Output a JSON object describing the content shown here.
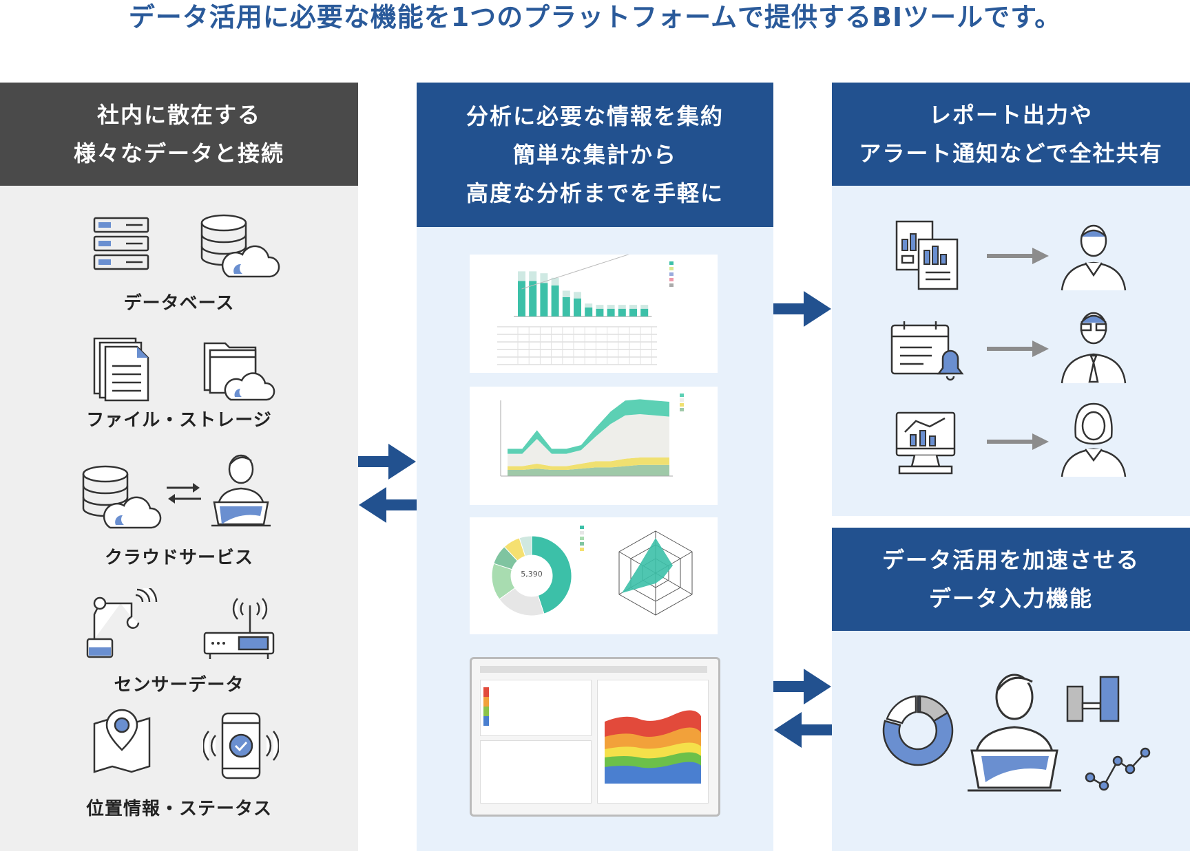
{
  "title": "データ活用に必要な機能を1つのプラットフォームで提供するBIツールです。",
  "left": {
    "header": [
      "社内に散在する",
      "様々なデータと接続"
    ],
    "items": [
      "データベース",
      "ファイル・ストレージ",
      "クラウドサービス",
      "センサーデータ",
      "位置情報・ステータス"
    ]
  },
  "middle": {
    "header": [
      "分析に必要な情報を集約",
      "簡単な集計から",
      "高度な分析までを手軽に"
    ],
    "center_value": "5,390"
  },
  "right_top": {
    "header": [
      "レポート出力や",
      "アラート通知などで全社共有"
    ]
  },
  "right_bottom": {
    "header": [
      "データ活用を加速させる",
      "データ入力機能"
    ]
  },
  "colors": {
    "dark_header": "#4a4a4a",
    "blue_header": "#22518f",
    "left_bg": "#efefef",
    "blue_bg": "#e8f1fb",
    "arrow": "#22518f",
    "grey_arrow": "#8c8c8c",
    "icon_accent": "#6a8fd0"
  },
  "chart_data": [
    {
      "type": "bar",
      "categories": [
        "",
        "",
        "",
        "",
        "",
        "",
        "",
        "",
        "",
        "",
        "",
        ""
      ],
      "series": [
        {
          "values": [
            55,
            55,
            52,
            48,
            30,
            28,
            14,
            12,
            12,
            12,
            12,
            12
          ]
        },
        {
          "values": [
            15,
            15,
            15,
            12,
            10,
            10,
            6,
            6,
            6,
            6,
            6,
            6
          ]
        }
      ]
    },
    {
      "type": "area",
      "x": [
        1,
        2,
        3,
        4,
        5,
        6,
        7,
        8,
        9,
        10,
        11,
        12
      ],
      "series": [
        {
          "values": [
            10,
            10,
            12,
            10,
            10,
            12,
            14,
            14,
            16,
            18,
            18,
            18
          ]
        },
        {
          "values": [
            6,
            6,
            8,
            6,
            6,
            8,
            10,
            10,
            12,
            12,
            12,
            12
          ]
        },
        {
          "values": [
            20,
            20,
            40,
            20,
            20,
            22,
            40,
            60,
            70,
            70,
            68,
            66
          ]
        },
        {
          "values": [
            8,
            8,
            14,
            8,
            8,
            8,
            14,
            20,
            24,
            24,
            24,
            24
          ]
        }
      ]
    },
    {
      "type": "pie",
      "values": [
        45,
        20,
        15,
        8,
        7,
        5
      ]
    }
  ]
}
